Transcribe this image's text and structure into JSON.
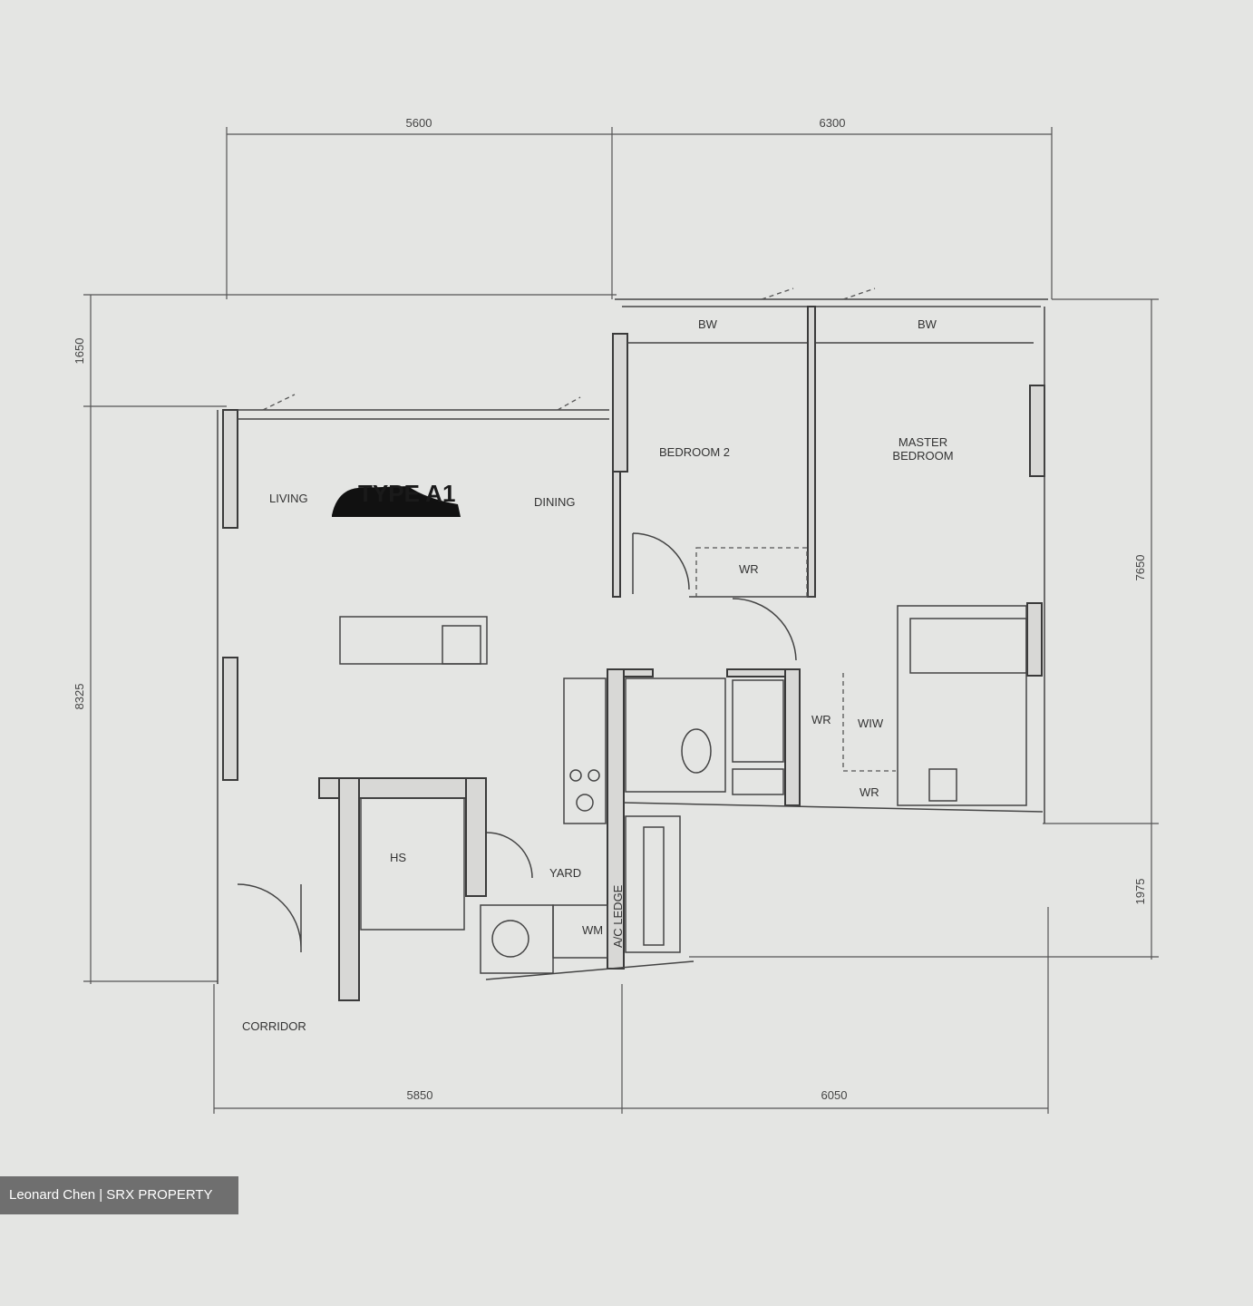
{
  "plan": {
    "type_label": "TYPE A1",
    "dimensions": {
      "top_left": "5600",
      "top_right": "6300",
      "bottom_left": "5850",
      "bottom_right": "6050",
      "left_upper": "1650",
      "left_lower": "8325",
      "right_upper": "7650",
      "right_lower": "1975"
    },
    "rooms": {
      "living": "LIVING",
      "dining": "DINING",
      "bedroom2": "BEDROOM 2",
      "master_line1": "MASTER",
      "master_line2": "BEDROOM",
      "bw1": "BW",
      "bw2": "BW",
      "wr_bed2": "WR",
      "wr_master1": "WR",
      "wr_master2": "WR",
      "wiw": "WIW",
      "hs": "HS",
      "yard": "YARD",
      "wm": "WM",
      "ac_ledge": "A/C LEDGE",
      "corridor": "CORRIDOR"
    }
  },
  "watermark": "Leonard Chen | SRX PROPERTY"
}
